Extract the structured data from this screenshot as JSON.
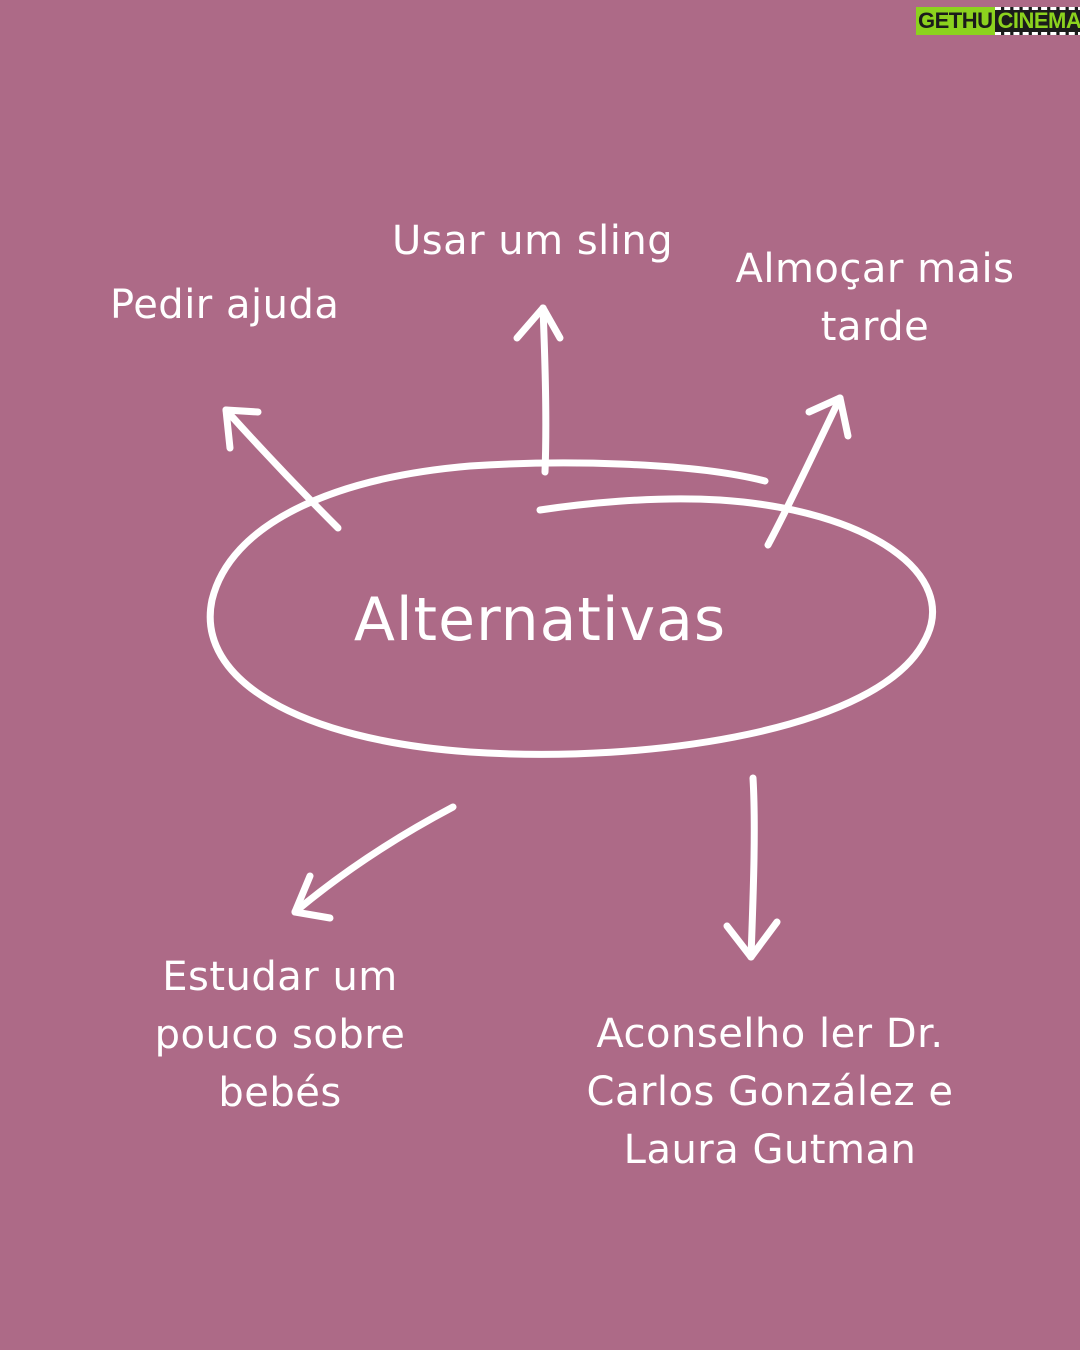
{
  "background_color": "#ad6a87",
  "ink_color": "#ffffff",
  "center": {
    "label": "Alternativas"
  },
  "branches": {
    "pedir": {
      "label": "Pedir ajuda"
    },
    "sling": {
      "label": "Usar um sling"
    },
    "almocar": {
      "lines": [
        "Almoçar mais",
        "tarde"
      ]
    },
    "estudar": {
      "lines": [
        "Estudar um",
        "pouco sobre",
        "bebés"
      ]
    },
    "aconselho": {
      "lines": [
        "Aconselho ler  Dr.",
        "Carlos González e",
        "Laura Gutman"
      ]
    }
  },
  "watermark": {
    "part1": "GETHU",
    "part2": "CINEMA",
    "colors": {
      "green": "#8cd21e",
      "dark": "#1b1b1b"
    }
  }
}
